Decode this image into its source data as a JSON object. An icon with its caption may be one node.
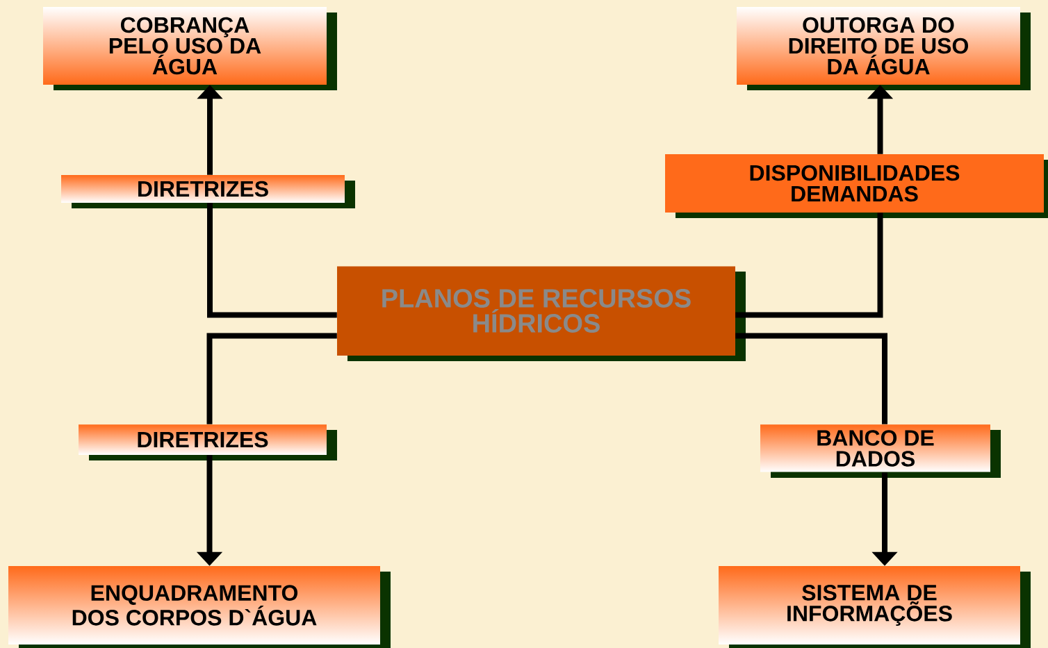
{
  "diagram": {
    "nodes": [
      {
        "text": [
          "COBRANÇA PELO USO DA ÁGUA"
        ]
      },
      {
        "text": [
          "OUTORGA DO DIREITO DE USO DA ÁGUA"
        ]
      },
      {
        "text": [
          "DIRETRIZES"
        ]
      },
      {
        "text": [
          "DISPONIBILIDADES DEMANDAS"
        ]
      },
      {
        "text": [
          "PLANOS DE RECURSOS HÍDRICOS"
        ]
      },
      {
        "text": [
          "DIRETRIZES"
        ]
      },
      {
        "text": [
          "BANCO DE DADOS"
        ]
      },
      {
        "text": [
          "ENQUADRAMENTO DOS CORPOS D`ÁGUA"
        ]
      },
      {
        "text": [
          "SISTEMA DE INFORMAÇÕES"
        ]
      }
    ],
    "edges": [
      {
        "from": 4,
        "to": 2,
        "arrow": "none"
      },
      {
        "from": 2,
        "to": 0,
        "arrow": "to"
      },
      {
        "from": 4,
        "to": 3,
        "arrow": "none"
      },
      {
        "from": 3,
        "to": 1,
        "arrow": "to"
      },
      {
        "from": 4,
        "to": 5,
        "arrow": "none"
      },
      {
        "from": 5,
        "to": 7,
        "arrow": "to"
      },
      {
        "from": 4,
        "to": 6,
        "arrow": "none"
      },
      {
        "from": 6,
        "to": 8,
        "arrow": "to"
      }
    ]
  }
}
